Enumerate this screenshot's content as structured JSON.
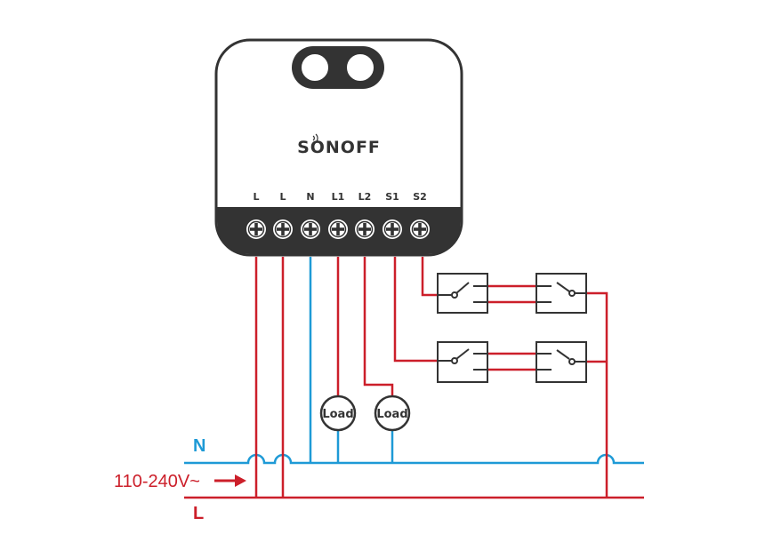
{
  "device": {
    "brand": "SONOFF",
    "terminals": [
      "L",
      "L",
      "N",
      "L1",
      "L2",
      "S1",
      "S2"
    ]
  },
  "loads": [
    "Load",
    "Load"
  ],
  "lines": {
    "neutral_label": "N",
    "live_label": "L",
    "voltage_label": "110-240V~"
  },
  "colors": {
    "live": "#cc1f2a",
    "neutral": "#1e9ad6",
    "outline": "#333333",
    "device_fill": "#ffffff"
  }
}
